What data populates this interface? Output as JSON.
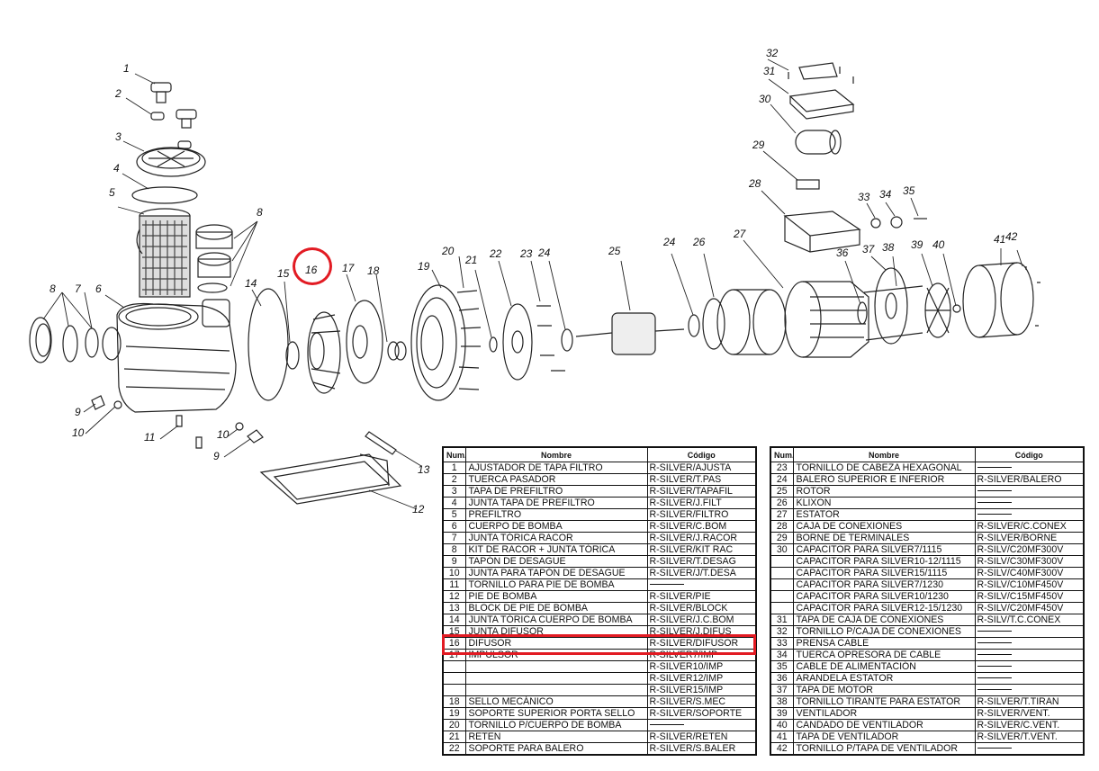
{
  "diagram": {
    "callouts": [
      "1",
      "2",
      "3",
      "4",
      "5",
      "8",
      "8",
      "7",
      "6",
      "9",
      "10",
      "11",
      "10",
      "9",
      "14",
      "15",
      "16",
      "17",
      "18",
      "19",
      "20",
      "21",
      "22",
      "23",
      "24",
      "25",
      "24",
      "26",
      "27",
      "28",
      "29",
      "30",
      "31",
      "32",
      "33",
      "34",
      "35",
      "36",
      "37",
      "38",
      "39",
      "40",
      "41",
      "42",
      "13",
      "12"
    ]
  },
  "table_left": {
    "headers": {
      "num": "Num.",
      "name": "Nombre",
      "code": "Código"
    },
    "rows": [
      {
        "num": "1",
        "name": "AJUSTADOR DE TAPA FILTRO",
        "code": "R-SILVER/AJUSTA"
      },
      {
        "num": "2",
        "name": "TUERCA PASADOR",
        "code": "R-SILVER/T.PAS"
      },
      {
        "num": "3",
        "name": "TAPA DE PREFILTRO",
        "code": "R-SILVER/TAPAFIL"
      },
      {
        "num": "4",
        "name": "JUNTA TAPA DE PREFILTRO",
        "code": "R-SILVER/J.FILT"
      },
      {
        "num": "5",
        "name": "PREFILTRO",
        "code": "R-SILVER/FILTRO"
      },
      {
        "num": "6",
        "name": "CUERPO DE BOMBA",
        "code": "R-SILVER/C.BOM"
      },
      {
        "num": "7",
        "name": "JUNTA TÓRICA RACOR",
        "code": "R-SILVER/J.RACOR"
      },
      {
        "num": "8",
        "name": "KIT DE RACOR + JUNTA TÓRICA",
        "code": "R-SILVER/KIT RAC"
      },
      {
        "num": "9",
        "name": "TAPÓN DE DESAGUE",
        "code": "R-SILVER/T.DESAG"
      },
      {
        "num": "10",
        "name": "JUNTA PARA TAPÓN DE DESAGUE",
        "code": "R-SILVER/J/T.DESA"
      },
      {
        "num": "11",
        "name": "TORNILLO PARA PIE DE BOMBA",
        "code": "",
        "dash": true
      },
      {
        "num": "12",
        "name": "PIE DE BOMBA",
        "code": "R-SILVER/PIE"
      },
      {
        "num": "13",
        "name": "BLOCK DE PIE DE BOMBA",
        "code": "R-SILVER/BLOCK"
      },
      {
        "num": "14",
        "name": "JUNTA TÓRICA CUERPO DE BOMBA",
        "code": "R-SILVER/J.C.BOM"
      },
      {
        "num": "15",
        "name": "JUNTA DIFUSOR",
        "code": "R-SILVER/J.DIFUS"
      },
      {
        "num": "16",
        "name": "DIFUSOR",
        "code": "R-SILVER/DIFUSOR"
      },
      {
        "num": "17",
        "name": "IMPULSOR",
        "code": "R-SILVER7/IMP"
      },
      {
        "num": "",
        "name": "",
        "code": "R-SILVER10/IMP"
      },
      {
        "num": "",
        "name": "",
        "code": "R-SILVER12/IMP"
      },
      {
        "num": "",
        "name": "",
        "code": "R-SILVER15/IMP"
      },
      {
        "num": "18",
        "name": "SELLO MECÁNICO",
        "code": "R-SILVER/S.MEC"
      },
      {
        "num": "19",
        "name": "SOPORTE SUPERIOR PORTA SELLO",
        "code": "R-SILVER/SOPORTE"
      },
      {
        "num": "20",
        "name": "TORNILLO P/CUERPO DE BOMBA",
        "code": "",
        "dash": true
      },
      {
        "num": "21",
        "name": "RETEN",
        "code": "R-SILVER/RETEN"
      },
      {
        "num": "22",
        "name": "SOPORTE PARA BALERO",
        "code": "R-SILVER/S.BALER"
      }
    ]
  },
  "table_right": {
    "headers": {
      "num": "Num.",
      "name": "Nombre",
      "code": "Código"
    },
    "rows": [
      {
        "num": "23",
        "name": "TORNILLO DE CABEZA HEXAGONAL",
        "code": "",
        "dash": true
      },
      {
        "num": "24",
        "name": "BALERO SUPERIOR E INFERIOR",
        "code": "R-SILVER/BALERO"
      },
      {
        "num": "25",
        "name": "ROTOR",
        "code": "",
        "dash": true
      },
      {
        "num": "26",
        "name": "KLIXON",
        "code": "",
        "dash": true
      },
      {
        "num": "27",
        "name": "ESTATOR",
        "code": "",
        "dash": true
      },
      {
        "num": "28",
        "name": "CAJA DE CONEXIONES",
        "code": "R-SILVER/C.CONEX"
      },
      {
        "num": "29",
        "name": "BORNE DE TERMINALES",
        "code": "R-SILVER/BORNE"
      },
      {
        "num": "30",
        "name": "CAPACITOR PARA SILVER7/1115",
        "code": "R-SILV/C20MF300V"
      },
      {
        "num": "",
        "name": "CAPACITOR PARA SILVER10-12/1115",
        "code": "R-SILV/C30MF300V"
      },
      {
        "num": "",
        "name": "CAPACITOR PARA SILVER15/1115",
        "code": "R-SILV/C40MF300V"
      },
      {
        "num": "",
        "name": "CAPACITOR PARA SILVER7/1230",
        "code": "R-SILV/C10MF450V"
      },
      {
        "num": "",
        "name": "CAPACITOR PARA SILVER10/1230",
        "code": "R-SILV/C15MF450V"
      },
      {
        "num": "",
        "name": "CAPACITOR PARA SILVER12-15/1230",
        "code": "R-SILV/C20MF450V"
      },
      {
        "num": "31",
        "name": "TAPA DE CAJA DE CONEXIONES",
        "code": "R-SILV/T.C.CONEX"
      },
      {
        "num": "32",
        "name": "TORNILLO P/CAJA DE CONEXIONES",
        "code": "",
        "dash": true
      },
      {
        "num": "33",
        "name": "PRENSA CABLE",
        "code": "",
        "dash": true
      },
      {
        "num": "34",
        "name": "TUERCA OPRESORA DE CABLE",
        "code": "",
        "dash": true
      },
      {
        "num": "35",
        "name": "CABLE DE ALIMENTACIÓN",
        "code": "",
        "dash": true
      },
      {
        "num": "36",
        "name": "ARANDELA ESTATOR",
        "code": "",
        "dash": true
      },
      {
        "num": "37",
        "name": "TAPA DE MOTOR",
        "code": "",
        "dash": true
      },
      {
        "num": "38",
        "name": "TORNILLO TIRANTE PARA ESTATOR",
        "code": "R-SILVER/T.TIRAN"
      },
      {
        "num": "39",
        "name": "VENTILADOR",
        "code": "R-SILVER/VENT."
      },
      {
        "num": "40",
        "name": "CANDADO DE VENTILADOR",
        "code": "R-SILVER/C.VENT."
      },
      {
        "num": "41",
        "name": "TAPA DE VENTILADOR",
        "code": "R-SILVER/T.VENT."
      },
      {
        "num": "42",
        "name": "TORNILLO P/TAPA DE VENTILADOR",
        "code": "",
        "dash": true
      }
    ]
  },
  "highlight": {
    "part_number": "16",
    "color": "#e21b23"
  }
}
